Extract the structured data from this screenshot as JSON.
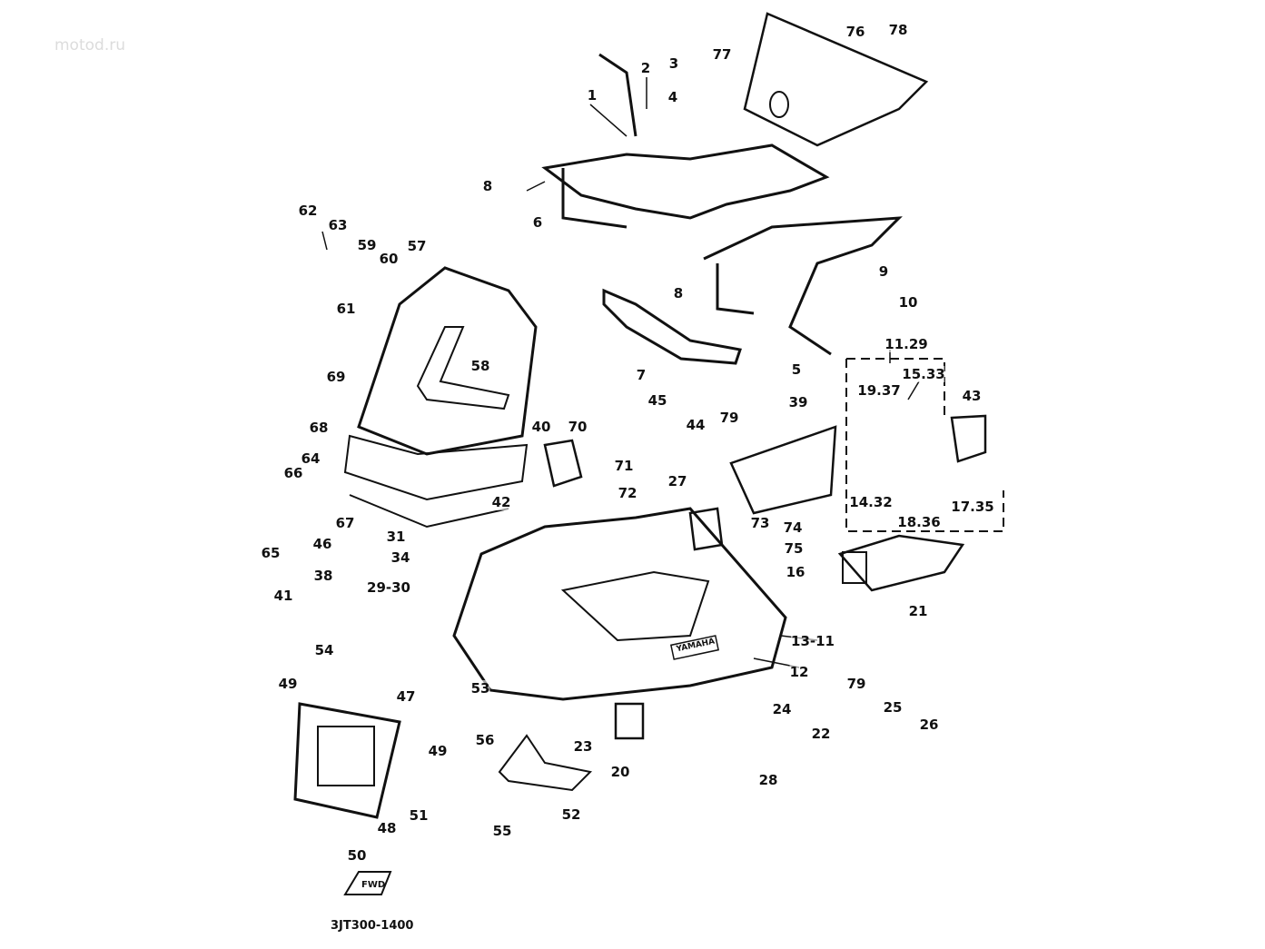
{
  "watermark": "motod.ru",
  "diagram_code": "3JT300-1400",
  "fwd_mark": "FWD",
  "brand_mark": "YAMAHA",
  "part_labels": [
    "1",
    "2",
    "3",
    "4",
    "77",
    "76",
    "78",
    "8",
    "6",
    "62",
    "63",
    "59",
    "60",
    "57",
    "61",
    "8",
    "9",
    "10",
    "7",
    "5",
    "11.29",
    "15.33",
    "19.37",
    "43",
    "58",
    "69",
    "45",
    "44",
    "79",
    "39",
    "40",
    "70",
    "68",
    "64",
    "71",
    "72",
    "66",
    "27",
    "14.32",
    "17.35",
    "18.36",
    "42",
    "67",
    "73",
    "74",
    "31",
    "46",
    "34",
    "75",
    "16",
    "38",
    "29-30",
    "41",
    "21",
    "13-11",
    "54",
    "12",
    "79",
    "25",
    "26",
    "47",
    "53",
    "49",
    "24",
    "22",
    "56",
    "23",
    "49",
    "20",
    "28",
    "52",
    "51",
    "48",
    "55",
    "50",
    "65"
  ]
}
